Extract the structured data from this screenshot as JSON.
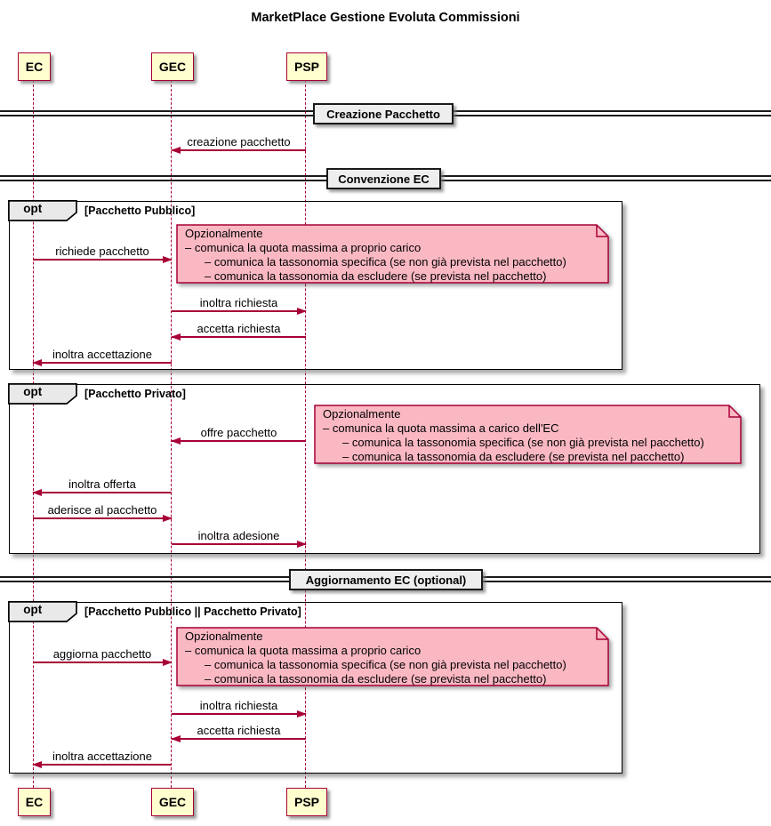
{
  "diagram": {
    "title": "MarketPlace Gestione Evoluta Commissioni"
  },
  "participants": {
    "ec": "EC",
    "gec": "GEC",
    "psp": "PSP"
  },
  "dividers": {
    "creazione_pacchetto": "Creazione Pacchetto",
    "convenzione_ec": "Convenzione EC",
    "aggiornamento_ec": "Aggiornamento EC (optional)"
  },
  "messages": {
    "creazione_pacchetto": "creazione pacchetto",
    "richiede_pacchetto": "richiede pacchetto",
    "inoltra_richiesta": "inoltra richiesta",
    "accetta_richiesta": "accetta richiesta",
    "inoltra_accettazione": "inoltra accettazione",
    "offre_pacchetto": "offre pacchetto",
    "inoltra_offerta": "inoltra offerta",
    "aderisce_al_pacchetto": "aderisce al pacchetto",
    "inoltra_adesione": "inoltra adesione",
    "aggiorna_pacchetto": "aggiorna pacchetto"
  },
  "fragments": {
    "opt1": {
      "operator": "opt",
      "guard": "[Pacchetto Pubblico]",
      "note": [
        "Opzionalmente",
        "– comunica la quota massima a proprio carico",
        "– comunica la tassonomia specifica (se non già prevista nel pacchetto)",
        "– comunica la tassonomia da escludere (se prevista nel pacchetto)"
      ]
    },
    "opt2": {
      "operator": "opt",
      "guard": "[Pacchetto Privato]",
      "note": [
        "Opzionalmente",
        "– comunica la quota massima a carico dell'EC",
        "– comunica la tassonomia specifica (se non già prevista nel pacchetto)",
        "– comunica la tassonomia da escludere (se prevista nel pacchetto)"
      ]
    },
    "opt3": {
      "operator": "opt",
      "guard": "[Pacchetto Pubblico || Pacchetto Privato]",
      "note": [
        "Opzionalmente",
        "– comunica la quota massima a proprio carico",
        "– comunica la tassonomia specifica (se non già prevista nel pacchetto)",
        "– comunica la tassonomia da escludere (se prevista nel pacchetto)"
      ]
    }
  },
  "colors": {
    "participant_fill": "#FEFECE",
    "accent_border": "#A80036",
    "note_fill": "#FAB8C3",
    "frame_border": "#000000",
    "label_fill": "#EEEEEE",
    "divider_fill": "#EEEEEE",
    "text": "#000000",
    "background": "#FFFFFF"
  }
}
